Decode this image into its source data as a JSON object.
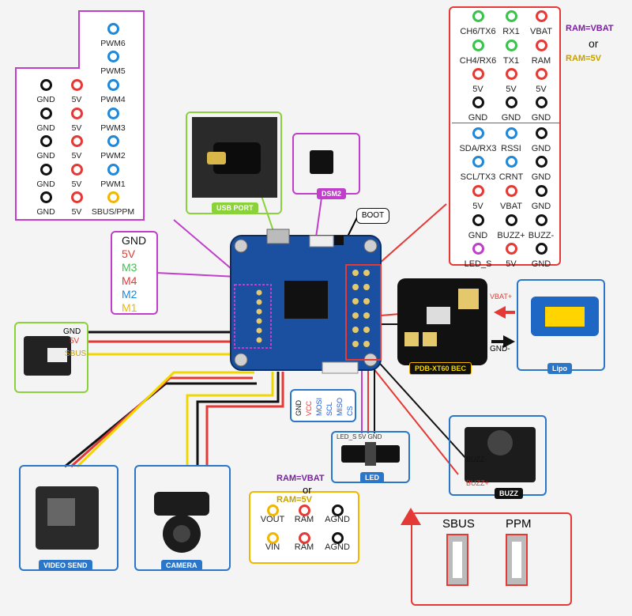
{
  "colors": {
    "red": "#e53935",
    "green": "#39c34a",
    "blue": "#1f88d8",
    "purple": "#c03ec9",
    "orange": "#f2b500",
    "black": "#111111",
    "olive": "#c6d000",
    "darkblue": "#1e5bd8"
  },
  "pwm_header": {
    "pwm_col": [
      "PWM6",
      "PWM5",
      "PWM4",
      "PWM3",
      "PWM2",
      "PWM1",
      "SBUS/PPM"
    ],
    "gnd_labels": [
      "GND",
      "GND",
      "GND",
      "GND",
      "GND"
    ],
    "v5_labels": [
      "5V",
      "5V",
      "5V",
      "5V",
      "5V"
    ]
  },
  "rx_header": {
    "rows": [
      [
        "CH6/TX6",
        "RX1",
        "VBAT"
      ],
      [
        "CH4/RX6",
        "TX1",
        "RAM"
      ],
      [
        "5V",
        "5V",
        "5V"
      ],
      [
        "GND",
        "GND",
        "GND"
      ],
      [
        "SDA/RX3",
        "RSSI",
        "GND"
      ],
      [
        "SCL/TX3",
        "CRNT",
        "GND"
      ],
      [
        "5V",
        "VBAT",
        "GND"
      ],
      [
        "GND",
        "BUZZ+",
        "BUZZ-"
      ],
      [
        "LED_S",
        "5V",
        "GND"
      ]
    ],
    "jumper_note_1": "RAM=VBAT",
    "or": "or",
    "jumper_note_2": "RAM=5V"
  },
  "usb_label": "USB PORT",
  "dsm2_label": "DSM2",
  "boot_label": "BOOT",
  "motor_legend": [
    "GND",
    "5V",
    "M3",
    "M4",
    "M2",
    "M1"
  ],
  "receiver_wires": [
    "GND",
    "5V",
    "SBUS"
  ],
  "pdb_label": "PDB-XT60 BEC",
  "lipo_label": "Lipo",
  "vbat_plus": "VBAT+",
  "gnd_minus": "GND-",
  "spi_labels": [
    "GND",
    "VCC",
    "MOSI",
    "SCL",
    "MISO",
    "CS"
  ],
  "led_label": "LED",
  "led_pins": "LED_S 5V GND",
  "buzz_label": "BUZZ",
  "buzz_plus": "BUZZ+",
  "buzz_minus": "BUZZ-",
  "video_send_label": "VIDEO SEND",
  "camera_label": "CAMERA",
  "vtx_header": {
    "note_1": "RAM=VBAT",
    "or": "or",
    "note_2": "RAM=5V",
    "row1": [
      "VOUT",
      "RAM",
      "AGND"
    ],
    "row2": [
      "VIN",
      "RAM",
      "AGND"
    ]
  },
  "sbus_ppm": {
    "sbus": "SBUS",
    "ppm": "PPM"
  }
}
